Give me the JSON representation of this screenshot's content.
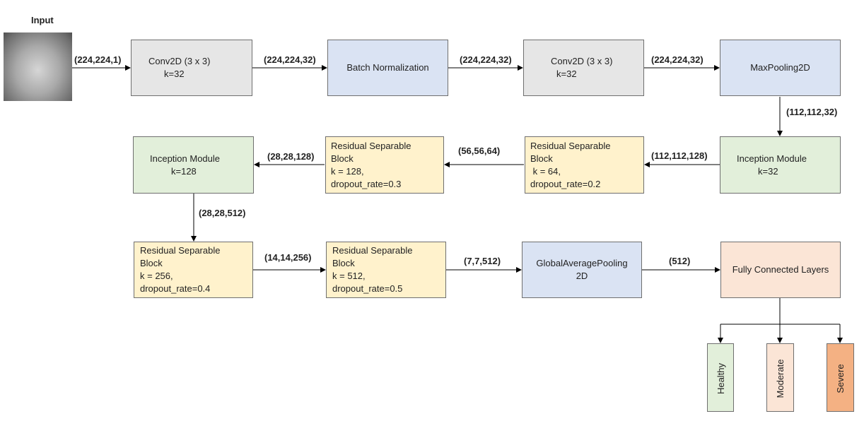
{
  "input": {
    "title": "Input"
  },
  "boxes": {
    "conv1": [
      "Conv2D (3 x 3)",
      "k=32"
    ],
    "bn": [
      "Batch Normalization"
    ],
    "conv2": [
      "Conv2D (3 x 3)",
      "k=32"
    ],
    "maxpool": [
      "MaxPooling2D"
    ],
    "inception1": [
      "Inception Module",
      "k=32"
    ],
    "res1": [
      "Residual Separable",
      "Block",
      " k = 64,",
      "dropout_rate=0.2"
    ],
    "res2": [
      "Residual Separable",
      "Block",
      "k = 128,",
      "dropout_rate=0.3"
    ],
    "inception2": [
      "Inception Module",
      "k=128"
    ],
    "res3": [
      "Residual Separable",
      "Block",
      "k = 256,",
      "dropout_rate=0.4"
    ],
    "res4": [
      "Residual Separable",
      "Block",
      "k = 512,",
      "dropout_rate=0.5"
    ],
    "gap": [
      "GlobalAveragePooling",
      "2D"
    ],
    "fc": [
      "Fully Connected Layers"
    ]
  },
  "outputs": {
    "healthy": "Healthy",
    "moderate": "Moderate",
    "severe": "Severe"
  },
  "shapes": {
    "input_conv1": "(224,224,1)",
    "conv1_bn": "(224,224,32)",
    "bn_conv2": "(224,224,32)",
    "conv2_maxpool": "(224,224,32)",
    "maxpool_inception1": "(112,112,32)",
    "inception1_res1": "(112,112,128)",
    "res1_res2": "(56,56,64)",
    "res2_inception2": "(28,28,128)",
    "inception2_res3": "(28,28,512)",
    "res3_res4": "(14,14,256)",
    "res4_gap": "(7,7,512)",
    "gap_fc": "(512)"
  },
  "colors": {
    "conv": "#e6e6e6",
    "normalization_pooling": "#dae3f3",
    "inception": "#e2efda",
    "residual": "#fff2cc",
    "fully_connected": "#fbe5d6",
    "severe": "#f4b183"
  }
}
